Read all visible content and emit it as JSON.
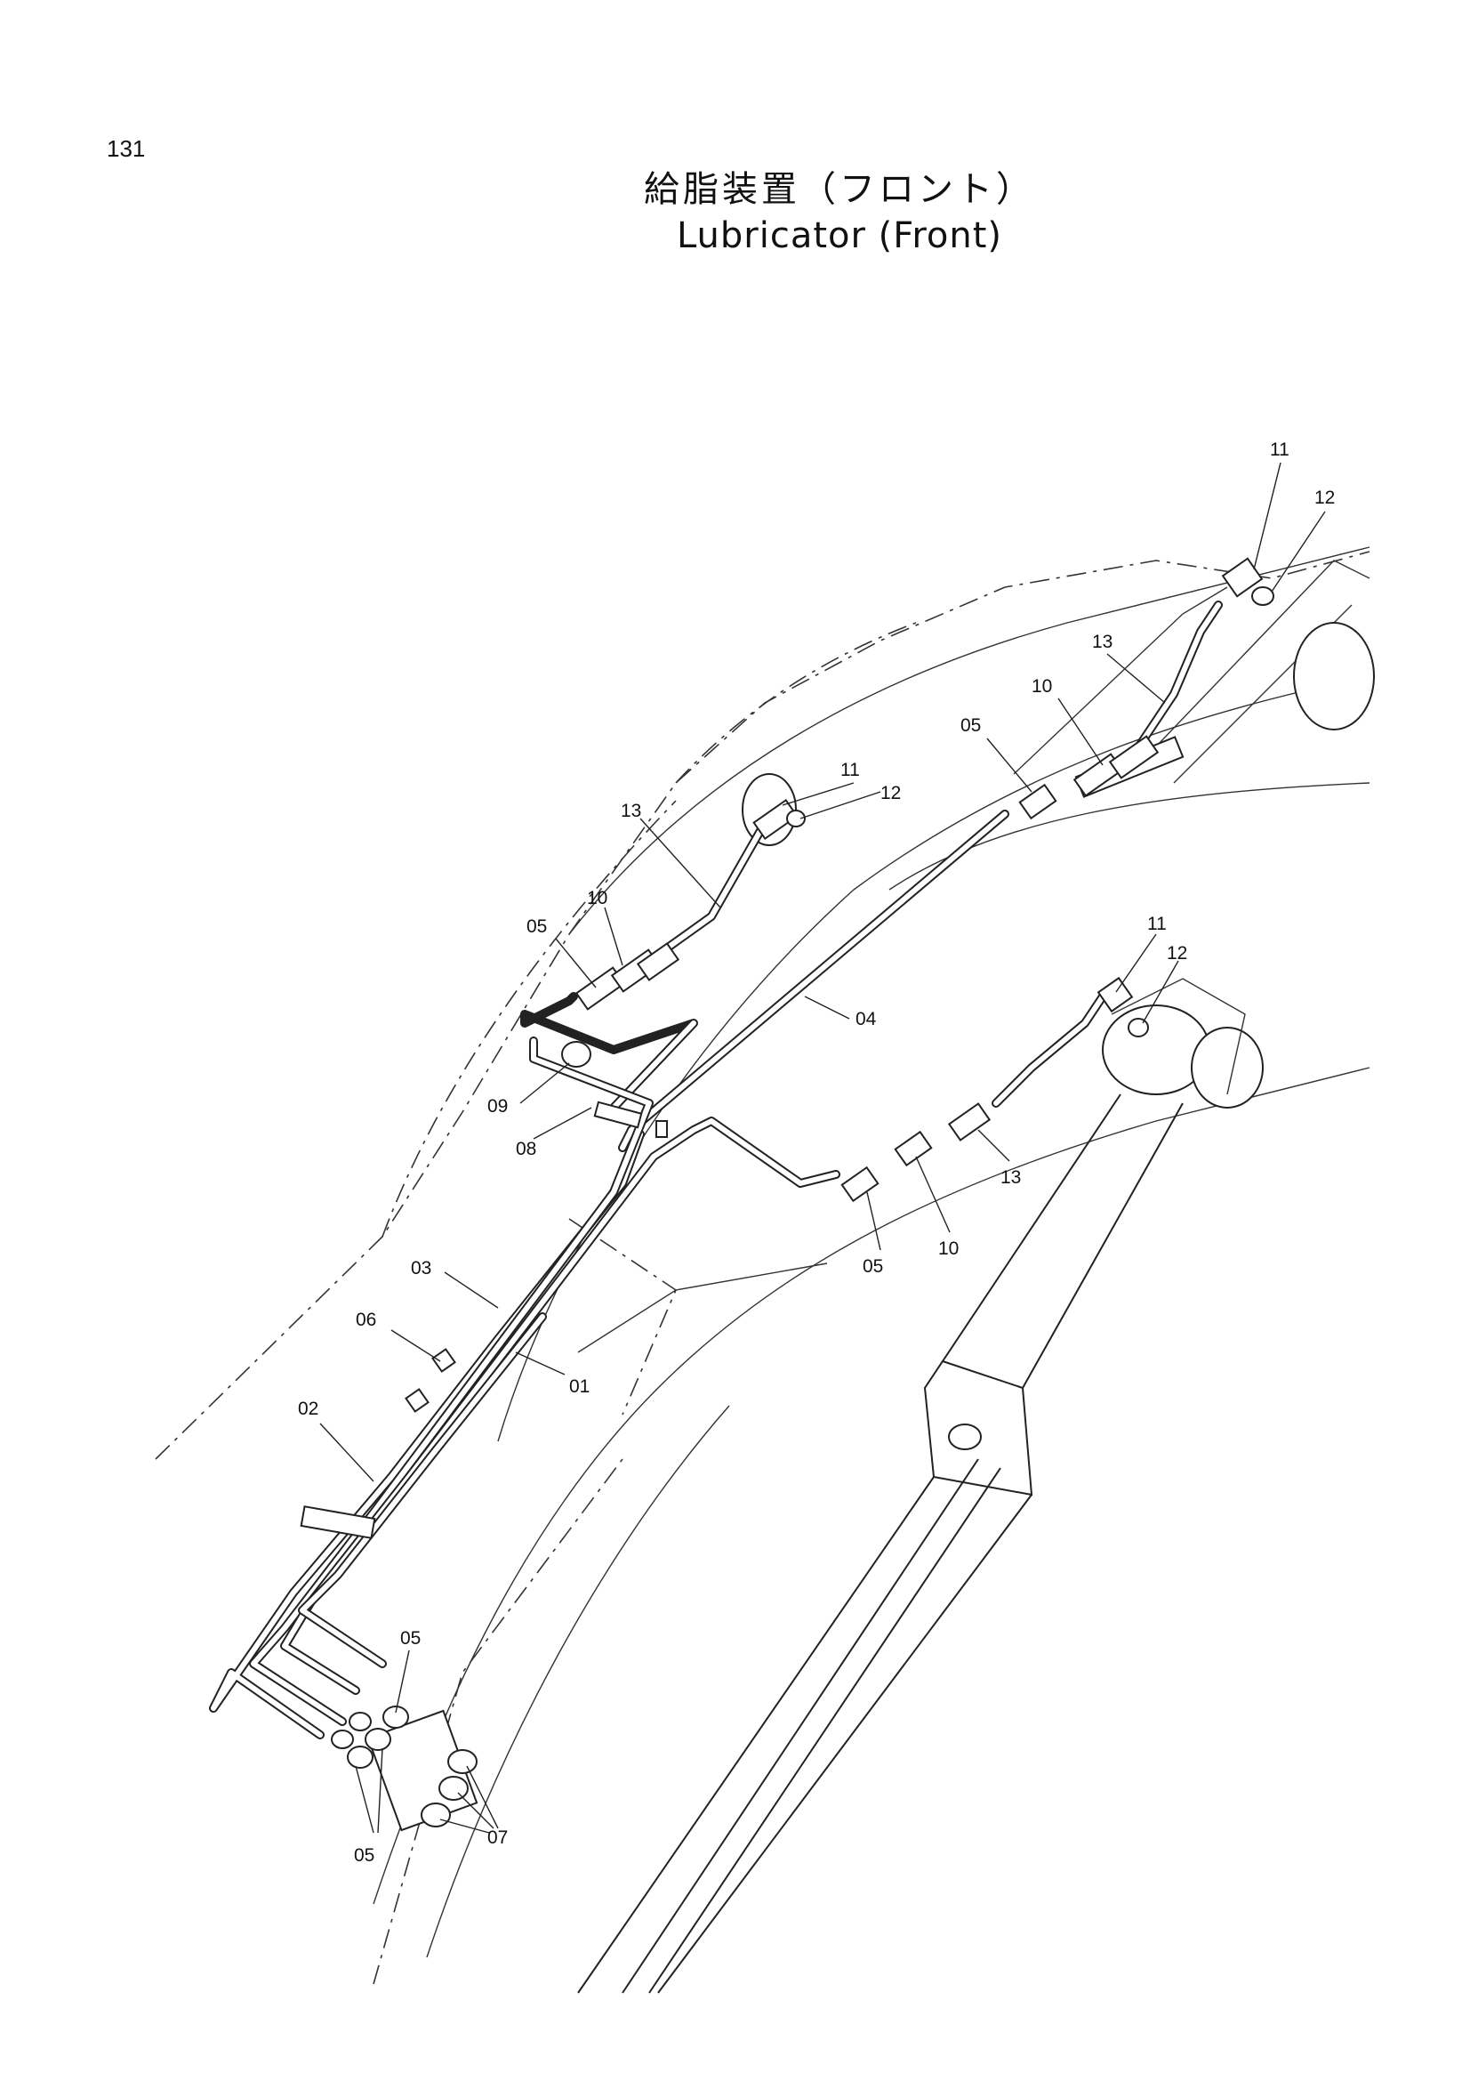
{
  "page": {
    "number": "131"
  },
  "title": {
    "japanese": "給脂装置（フロント）",
    "english": "Lubricator (Front)"
  },
  "callouts": [
    {
      "id": "c-11-a",
      "label": "11"
    },
    {
      "id": "c-12-a",
      "label": "12"
    },
    {
      "id": "c-13-a",
      "label": "13"
    },
    {
      "id": "c-10-a",
      "label": "10"
    },
    {
      "id": "c-05-a",
      "label": "05"
    },
    {
      "id": "c-11-b",
      "label": "11"
    },
    {
      "id": "c-12-b",
      "label": "12"
    },
    {
      "id": "c-13-b",
      "label": "13"
    },
    {
      "id": "c-10-b",
      "label": "10"
    },
    {
      "id": "c-05-b",
      "label": "05"
    },
    {
      "id": "c-04",
      "label": "04"
    },
    {
      "id": "c-11-c",
      "label": "11"
    },
    {
      "id": "c-12-c",
      "label": "12"
    },
    {
      "id": "c-09",
      "label": "09"
    },
    {
      "id": "c-08",
      "label": "08"
    },
    {
      "id": "c-05-c",
      "label": "05"
    },
    {
      "id": "c-10-c",
      "label": "10"
    },
    {
      "id": "c-13-c",
      "label": "13"
    },
    {
      "id": "c-03",
      "label": "03"
    },
    {
      "id": "c-06",
      "label": "06"
    },
    {
      "id": "c-01",
      "label": "01"
    },
    {
      "id": "c-02",
      "label": "02"
    },
    {
      "id": "c-05-d",
      "label": "05"
    },
    {
      "id": "c-05-e",
      "label": "05"
    },
    {
      "id": "c-07",
      "label": "07"
    }
  ]
}
